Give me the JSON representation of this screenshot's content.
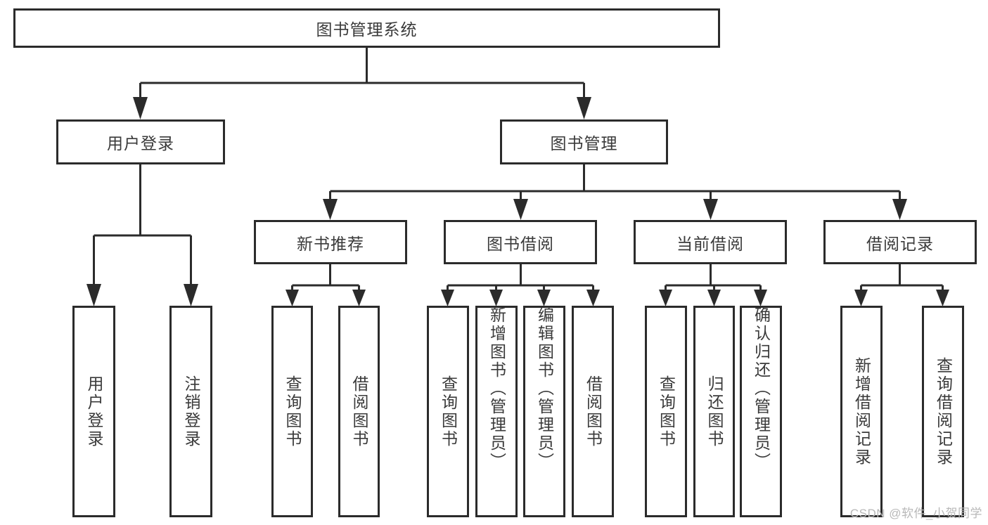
{
  "diagram": {
    "type": "tree",
    "title": "图书管理系统",
    "watermark": "CSDN @软件_小贺同学",
    "colors": {
      "stroke": "#2b2b2b",
      "fill": "#ffffff",
      "text": "#3a3a3a",
      "background": "#ffffff",
      "watermark": "#b8b8b8"
    },
    "levels": {
      "root": {
        "label": "图书管理系统"
      },
      "level1": [
        {
          "label": "用户登录"
        },
        {
          "label": "图书管理"
        }
      ],
      "level2": [
        {
          "label": "新书推荐"
        },
        {
          "label": "图书借阅"
        },
        {
          "label": "当前借阅"
        },
        {
          "label": "借阅记录"
        }
      ],
      "leaves_user_login": [
        {
          "label": "用户登录"
        },
        {
          "label": "注销登录"
        }
      ],
      "leaves_new_book": [
        {
          "label": "查询图书"
        },
        {
          "label": "借阅图书"
        }
      ],
      "leaves_borrow": [
        {
          "label": "查询图书"
        },
        {
          "label": "新增图书（管理员）"
        },
        {
          "label": "编辑图书（管理员）"
        },
        {
          "label": "借阅图书"
        }
      ],
      "leaves_current": [
        {
          "label": "查询图书"
        },
        {
          "label": "归还图书"
        },
        {
          "label": "确认归还（管理员）"
        }
      ],
      "leaves_record": [
        {
          "label": "新增借阅记录"
        },
        {
          "label": "查询借阅记录"
        }
      ]
    },
    "edges": [
      {
        "from": "图书管理系统",
        "to": "用户登录"
      },
      {
        "from": "图书管理系统",
        "to": "图书管理"
      },
      {
        "from": "用户登录",
        "to": "用户登录"
      },
      {
        "from": "用户登录",
        "to": "注销登录"
      },
      {
        "from": "图书管理",
        "to": "新书推荐"
      },
      {
        "from": "图书管理",
        "to": "图书借阅"
      },
      {
        "from": "图书管理",
        "to": "当前借阅"
      },
      {
        "from": "图书管理",
        "to": "借阅记录"
      },
      {
        "from": "新书推荐",
        "to": "查询图书"
      },
      {
        "from": "新书推荐",
        "to": "借阅图书"
      },
      {
        "from": "图书借阅",
        "to": "查询图书"
      },
      {
        "from": "图书借阅",
        "to": "新增图书（管理员）"
      },
      {
        "from": "图书借阅",
        "to": "编辑图书（管理员）"
      },
      {
        "from": "图书借阅",
        "to": "借阅图书"
      },
      {
        "from": "当前借阅",
        "to": "查询图书"
      },
      {
        "from": "当前借阅",
        "to": "归还图书"
      },
      {
        "from": "当前借阅",
        "to": "确认归还（管理员）"
      },
      {
        "from": "借阅记录",
        "to": "新增借阅记录"
      },
      {
        "from": "借阅记录",
        "to": "查询借阅记录"
      }
    ]
  }
}
